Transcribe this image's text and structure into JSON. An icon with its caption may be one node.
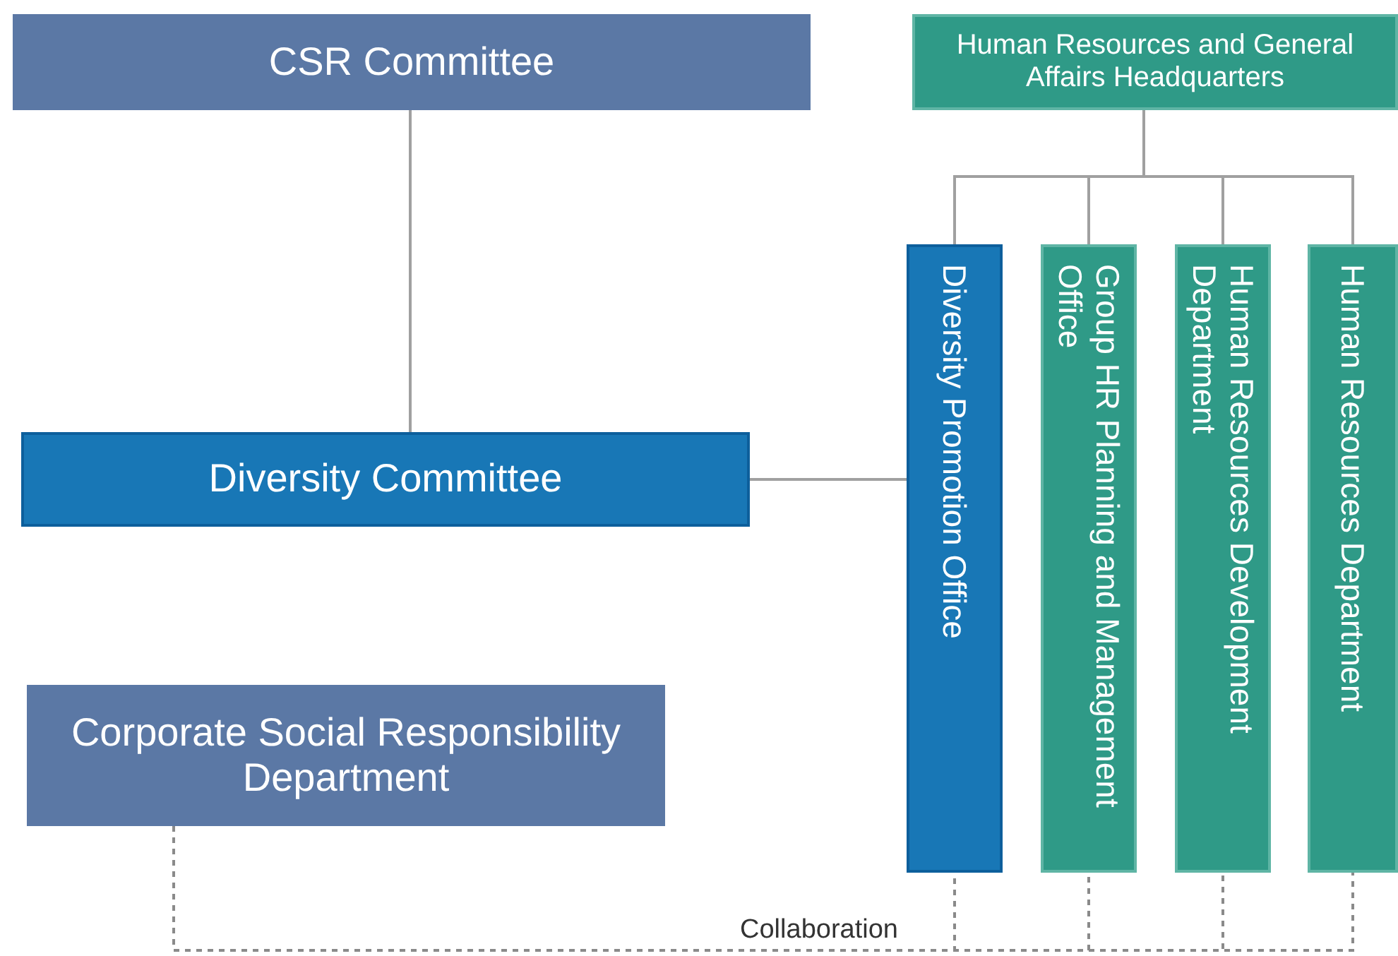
{
  "diagram": {
    "nodes": [
      {
        "text": [
          "CSR Committee"
        ]
      },
      {
        "text": [
          "Human Resources and General Affairs Headquarters"
        ]
      },
      {
        "text": [
          "Diversity Committee"
        ]
      },
      {
        "text": [
          "Diversity Promotion Office"
        ]
      },
      {
        "text": [
          "Group HR Planning and Management Office"
        ]
      },
      {
        "text": [
          "Human Resources Development Department"
        ]
      },
      {
        "text": [
          "Human Resources Department"
        ]
      },
      {
        "text": [
          "Corporate Social Responsibility Department"
        ]
      }
    ],
    "edges": [
      {
        "from": 0,
        "to": 2,
        "arrow": "none"
      },
      {
        "from": 2,
        "to": 3,
        "arrow": "none"
      },
      {
        "from": 1,
        "to": 3,
        "arrow": "none"
      },
      {
        "from": 1,
        "to": 4,
        "arrow": "none"
      },
      {
        "from": 1,
        "to": 5,
        "arrow": "none"
      },
      {
        "from": 1,
        "to": 6,
        "arrow": "none"
      },
      {
        "from": 7,
        "to": 3,
        "arrow": "none",
        "style": "dashed",
        "label": "Collaboration"
      },
      {
        "from": 7,
        "to": 4,
        "arrow": "none",
        "style": "dashed"
      },
      {
        "from": 7,
        "to": 5,
        "arrow": "none",
        "style": "dashed"
      },
      {
        "from": 7,
        "to": 6,
        "arrow": "none",
        "style": "dashed"
      }
    ]
  }
}
